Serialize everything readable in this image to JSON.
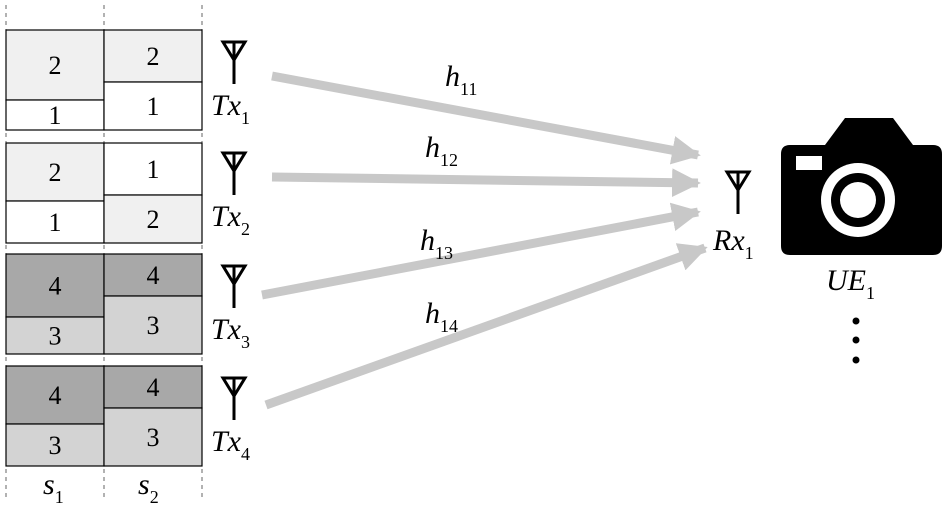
{
  "slot_grid": {
    "columns": [
      {
        "label": "s",
        "sub": "1"
      },
      {
        "label": "s",
        "sub": "2"
      }
    ],
    "groups": [
      {
        "tx": "1",
        "colors": {
          "light": "#f0f0f0",
          "white": "#ffffff"
        },
        "s1": [
          {
            "num": "2",
            "shade": "light"
          },
          {
            "num": "1",
            "shade": "white"
          }
        ],
        "s2": [
          {
            "num": "2",
            "shade": "light"
          },
          {
            "num": "1",
            "shade": "white"
          }
        ]
      },
      {
        "tx": "2",
        "s1": [
          {
            "num": "2",
            "shade": "light"
          },
          {
            "num": "1",
            "shade": "white"
          }
        ],
        "s2": [
          {
            "num": "1",
            "shade": "white"
          },
          {
            "num": "2",
            "shade": "light"
          }
        ]
      },
      {
        "tx": "3",
        "s1": [
          {
            "num": "4",
            "shade": "dark"
          },
          {
            "num": "3",
            "shade": "mid"
          }
        ],
        "s2": [
          {
            "num": "4",
            "shade": "dark"
          },
          {
            "num": "3",
            "shade": "mid"
          }
        ]
      },
      {
        "tx": "4",
        "s1": [
          {
            "num": "4",
            "shade": "dark"
          },
          {
            "num": "3",
            "shade": "mid"
          }
        ],
        "s2": [
          {
            "num": "4",
            "shade": "dark"
          },
          {
            "num": "3",
            "shade": "mid"
          }
        ]
      }
    ]
  },
  "shades": {
    "white": "#ffffff",
    "light": "#f0f0f0",
    "mid": "#d3d3d3",
    "dark": "#a8a8a8"
  },
  "transmitters": [
    {
      "name": "Tx",
      "sub": "1"
    },
    {
      "name": "Tx",
      "sub": "2"
    },
    {
      "name": "Tx",
      "sub": "3"
    },
    {
      "name": "Tx",
      "sub": "4"
    }
  ],
  "channels": [
    {
      "name": "h",
      "sub": "11"
    },
    {
      "name": "h",
      "sub": "12"
    },
    {
      "name": "h",
      "sub": "13"
    },
    {
      "name": "h",
      "sub": "14"
    }
  ],
  "receiver": {
    "name": "Rx",
    "sub": "1"
  },
  "user": {
    "name": "UE",
    "sub": "1",
    "icon": "camera-icon",
    "more": "vertical-ellipsis"
  },
  "colors": {
    "arrow": "#c8c8c8",
    "stroke": "#000000"
  }
}
